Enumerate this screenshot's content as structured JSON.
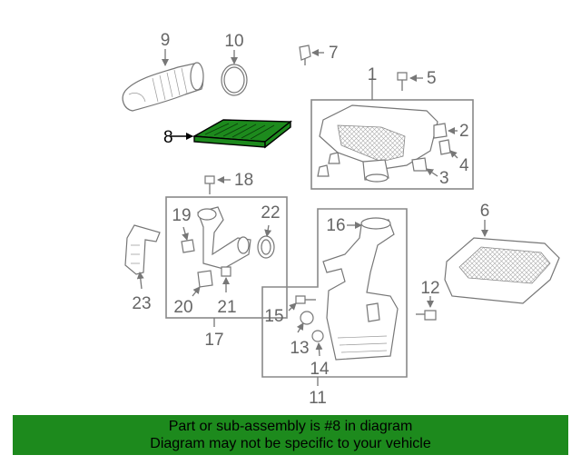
{
  "diagram": {
    "highlight_part": "8",
    "highlight_color": "#1d8a1d",
    "callouts": {
      "p1": "1",
      "p2": "2",
      "p3": "3",
      "p4": "4",
      "p5": "5",
      "p6": "6",
      "p7": "7",
      "p8": "8",
      "p9": "9",
      "p10": "10",
      "p11": "11",
      "p12": "12",
      "p13": "13",
      "p14": "14",
      "p15": "15",
      "p16": "16",
      "p17": "17",
      "p18": "18",
      "p19": "19",
      "p20": "20",
      "p21": "21",
      "p22": "22",
      "p23": "23"
    }
  },
  "banner": {
    "line1": "Part or sub-assembly is #8 in diagram",
    "line2": "Diagram may not be specific to your vehicle",
    "background": "#1d8a1d"
  }
}
